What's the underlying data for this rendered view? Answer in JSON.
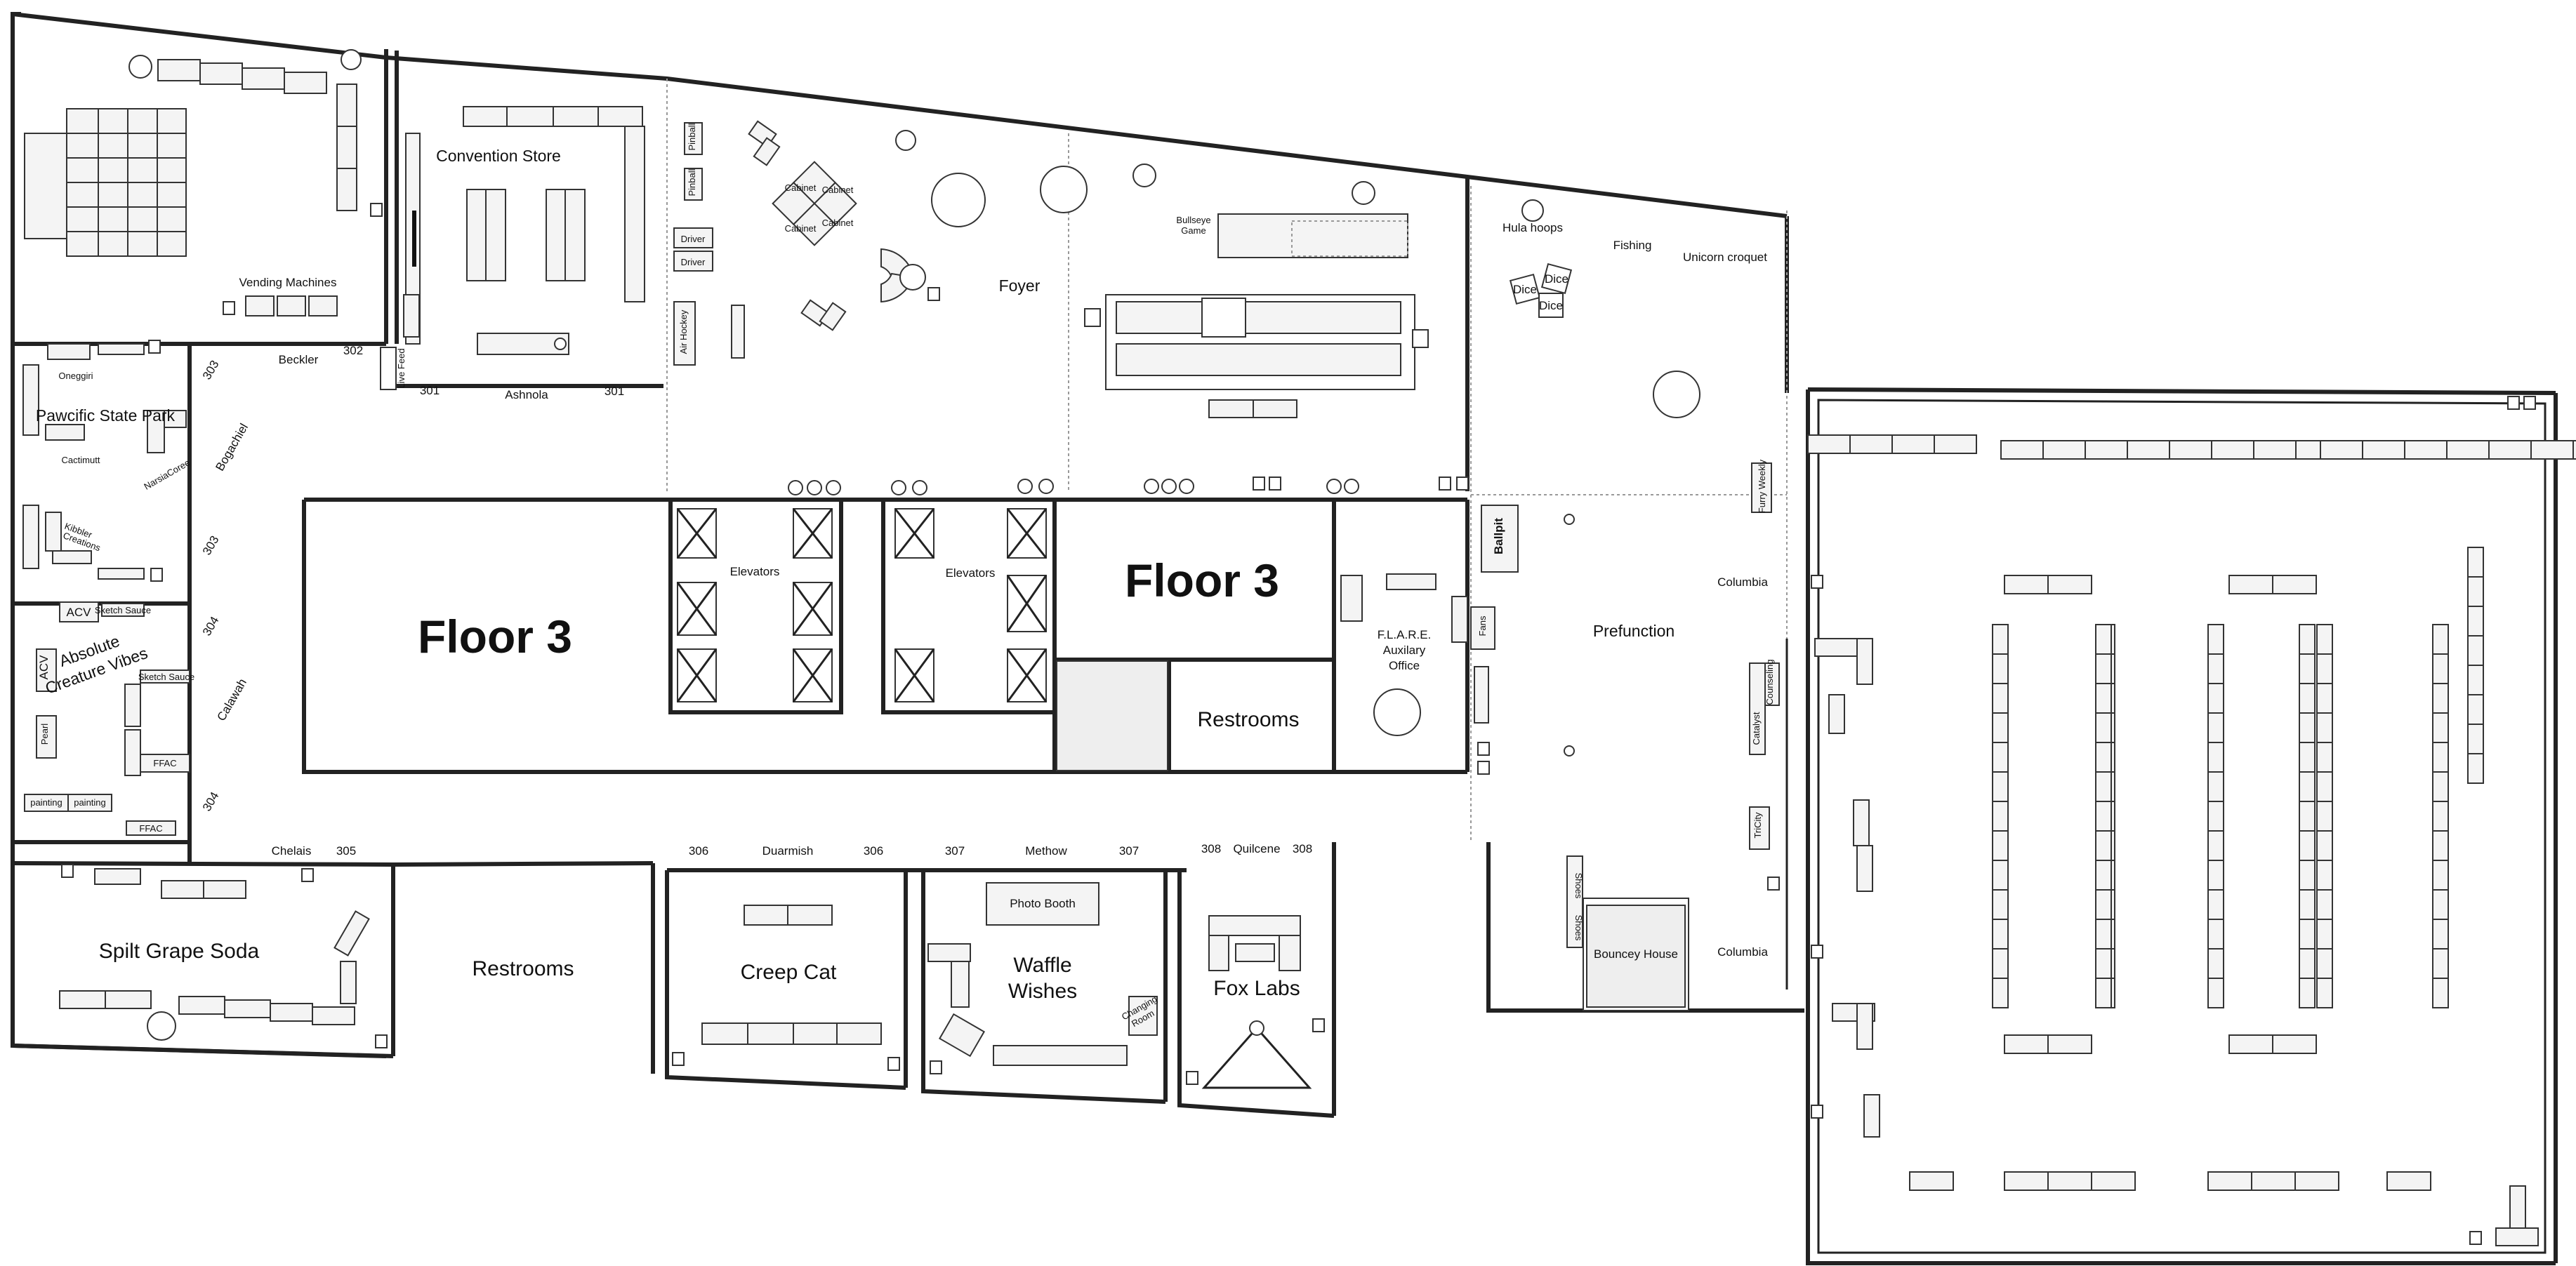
{
  "map": {
    "floor_labels": {
      "west": "Floor 3",
      "center": "Floor 3"
    },
    "rooms": {
      "convention_store": "Convention Store",
      "foyer": "Foyer",
      "prefunction": "Prefunction",
      "elevators_1": "Elevators",
      "elevators_2": "Elevators",
      "restrooms_center": "Restrooms",
      "restrooms_south": "Restrooms",
      "flare_office": [
        "F.L.A.R.E.",
        "Auxilary",
        "Office"
      ],
      "pawcific": "Pawcific State Park",
      "absolute": [
        "Absolute",
        "Creature Vibes"
      ],
      "spilt_grape": "Spilt Grape Soda",
      "creep_cat": "Creep Cat",
      "waffle": [
        "Waffle",
        "Wishes"
      ],
      "fox_labs": "Fox Labs",
      "photo_booth": "Photo Booth",
      "bouncey_house": "Bouncey House",
      "ballpit": "Ballpit"
    },
    "room_names": {
      "beckler": "Beckler",
      "ashnola": "Ashnola",
      "bogachiel": "Bogachiel",
      "calawah": "Calawah",
      "chelais": "Chelais",
      "duarmish": "Duarmish",
      "methow": "Methow",
      "quilcene": "Quilcene"
    },
    "room_numbers": {
      "r302": "302",
      "r301a": "301",
      "r301b": "301",
      "r303a": "303",
      "r303b": "303",
      "r304a": "304",
      "r304b": "304",
      "r305": "305",
      "r306a": "306",
      "r306b": "306",
      "r307a": "307",
      "r307b": "307",
      "r308a": "308",
      "r308b": "308"
    },
    "fixtures": {
      "vending": "Vending Machines",
      "pinball_1": "Pinball",
      "pinball_2": "Pinball",
      "driver_1": "Driver",
      "driver_2": "Driver",
      "air_hockey": "Air Hockey",
      "cabinet": "Cabinet",
      "bullseye": [
        "Bullseye",
        "Game"
      ],
      "hula_hoops": "Hula hoops",
      "fishing": "Fishing",
      "unicorn_croquet": "Unicorn croquet",
      "dice": "Dice",
      "fans": "Fans",
      "shoes": "Shoes",
      "live_feed": "Live Feed",
      "columbia_1": "Columbia",
      "columbia_2": "Columbia",
      "catalyst": "Catalyst",
      "counseling": "Counseling",
      "tricity": "TriCity",
      "furry_weekly": "Furry Weekly",
      "onegiri": "Oneggiri",
      "cactimutt": "Cactimutt",
      "narsiscoree": "NarsiaCoree",
      "kibbler": [
        "Kibbler",
        "Creations"
      ],
      "acv": "ACV",
      "sketch_sauce": "Sketch Sauce",
      "pearl": "Pearl",
      "ffac": "FFAC",
      "painting": "painting",
      "changing_room": [
        "Changing",
        "Room"
      ]
    },
    "colors": {
      "wall": "#222222",
      "fixture_fill": "#f4f4f4",
      "shaded_zone": "#eeeeee"
    }
  }
}
